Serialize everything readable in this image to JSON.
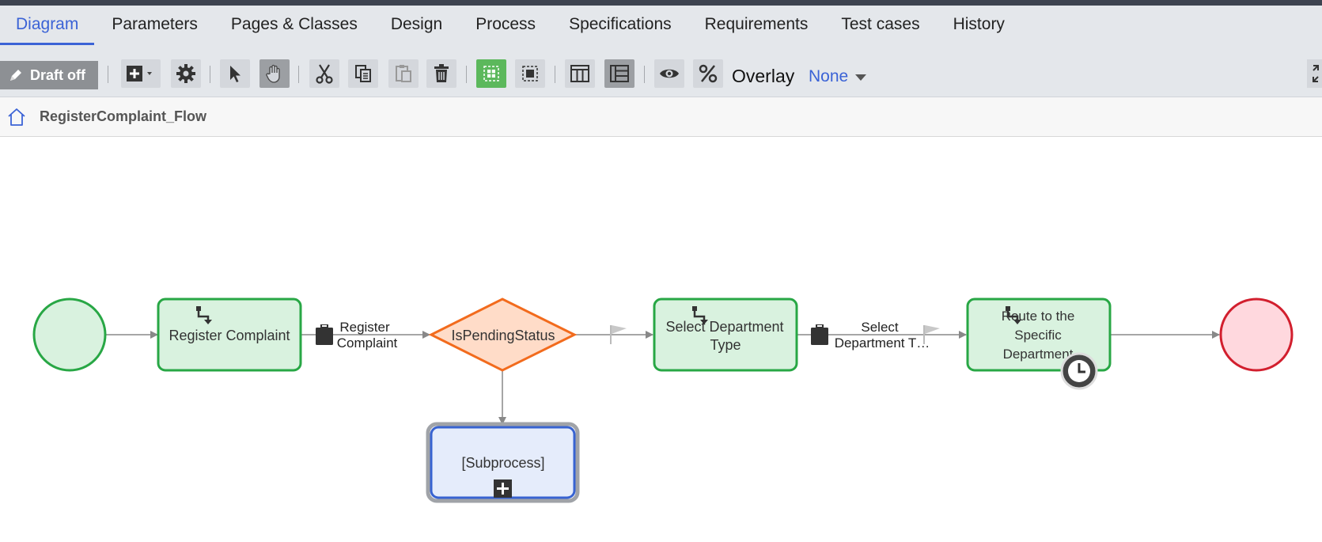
{
  "tabs": [
    {
      "label": "Diagram",
      "active": true
    },
    {
      "label": "Parameters"
    },
    {
      "label": "Pages & Classes"
    },
    {
      "label": "Design"
    },
    {
      "label": "Process"
    },
    {
      "label": "Specifications"
    },
    {
      "label": "Requirements"
    },
    {
      "label": "Test cases"
    },
    {
      "label": "History"
    }
  ],
  "toolbar": {
    "draft_label": "Draft off",
    "overlay_label": "Overlay",
    "overlay_value": "None",
    "icons": [
      "pencil-icon",
      "add-icon",
      "gear-icon",
      "pointer-icon",
      "hand-icon",
      "cut-icon",
      "copy-icon",
      "paste-icon",
      "trash-icon",
      "fit-icon",
      "frame-icon",
      "columns-icon",
      "rows-icon",
      "eye-icon",
      "percent-icon"
    ]
  },
  "breadcrumb": {
    "title": "RegisterComplaint_Flow"
  },
  "flow": {
    "register_complaint": "Register Complaint",
    "connector1_line1": "Register",
    "connector1_line2": "Complaint",
    "decision": "IsPendingStatus",
    "select_dept_line1": "Select Department",
    "select_dept_line2": "Type",
    "connector2_line1": "Select",
    "connector2_line2": "Department T…",
    "route_line1": "Route to the",
    "route_line2": "Specific",
    "route_line3": "Department",
    "subprocess": "[Subprocess]"
  },
  "colors": {
    "accent": "#3b63d6",
    "task_fill": "#d9f2df",
    "task_stroke": "#28a745",
    "decision_fill": "#ffdcc8",
    "decision_stroke": "#f26b1d",
    "end_fill": "#ffd8de",
    "end_stroke": "#d21f2e",
    "subprocess_fill": "#e5ecfb",
    "subprocess_stroke": "#3863d1"
  }
}
